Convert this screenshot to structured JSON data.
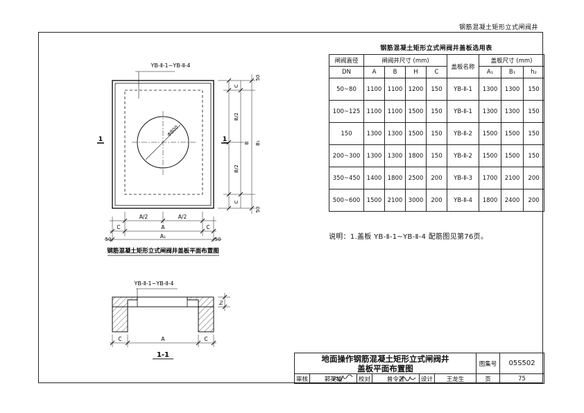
{
  "header": {
    "title": "钢筋混凝土矩形立式闸阀井"
  },
  "plan": {
    "caption": "钢筋混凝土矩形立式闸阀井盖板平面布置图",
    "leader_label": "YB-Ⅱ-1~YB-Ⅱ-4",
    "section_marker": "1",
    "circle_label": "Φ800",
    "dims": {
      "c": "C",
      "b_half": "B/2",
      "b": "B",
      "b1": "B₁",
      "a_half": "A/2",
      "a": "A",
      "a1": "A₁",
      "fifty": "50"
    }
  },
  "section": {
    "caption": "1-1",
    "leader_label": "YB-Ⅱ-1~YB-Ⅱ-4",
    "h2": "h₂",
    "dims": {
      "c": "C",
      "a": "A"
    }
  },
  "selection_table": {
    "title": "钢筋混凝土矩形立式闸阀井盖板选用表",
    "headers": {
      "dn_top": "闸阀直径",
      "dn_bottom": "DN",
      "well_group": "闸阀井尺寸 (mm)",
      "cover_name": "盖板名称",
      "cover_group": "盖板尺寸 (mm)",
      "well_cols": [
        "A",
        "B",
        "H",
        "C"
      ],
      "cover_cols": [
        "A₁",
        "B₁",
        "h₂"
      ]
    },
    "rows": [
      {
        "dn": "50~80",
        "a": "1100",
        "b": "1100",
        "h": "1200",
        "c": "150",
        "name": "YB-Ⅱ-1",
        "a1": "1300",
        "b1": "1300",
        "h2": "150"
      },
      {
        "dn": "100~125",
        "a": "1100",
        "b": "1100",
        "h": "1500",
        "c": "150",
        "name": "YB-Ⅱ-1",
        "a1": "1300",
        "b1": "1300",
        "h2": "150"
      },
      {
        "dn": "150",
        "a": "1300",
        "b": "1300",
        "h": "1500",
        "c": "150",
        "name": "YB-Ⅱ-2",
        "a1": "1500",
        "b1": "1500",
        "h2": "150"
      },
      {
        "dn": "200~300",
        "a": "1300",
        "b": "1300",
        "h": "1800",
        "c": "150",
        "name": "YB-Ⅱ-2",
        "a1": "1500",
        "b1": "1500",
        "h2": "150"
      },
      {
        "dn": "350~450",
        "a": "1400",
        "b": "1800",
        "h": "2500",
        "c": "200",
        "name": "YB-Ⅱ-3",
        "a1": "1700",
        "b1": "2100",
        "h2": "200"
      },
      {
        "dn": "500~600",
        "a": "1500",
        "b": "2100",
        "h": "3000",
        "c": "200",
        "name": "YB-Ⅱ-4",
        "a1": "1800",
        "b1": "2400",
        "h2": "200"
      }
    ]
  },
  "note": "说明：1.盖板 YB-Ⅱ-1~YB-Ⅱ-4 配筋图见第76页。",
  "title_block": {
    "title_line1": "地面操作钢筋混凝土矩形立式闸阀井",
    "title_line2": "盖板平面布置图",
    "atlas_label": "图集号",
    "atlas_no": "05S502",
    "page_label": "页",
    "page_no": "75",
    "review_label": "审核",
    "reviewer": "郭英雄",
    "check_label": "校对",
    "checker": "曾令莲",
    "design_label": "设计",
    "designer": "王龙生"
  }
}
